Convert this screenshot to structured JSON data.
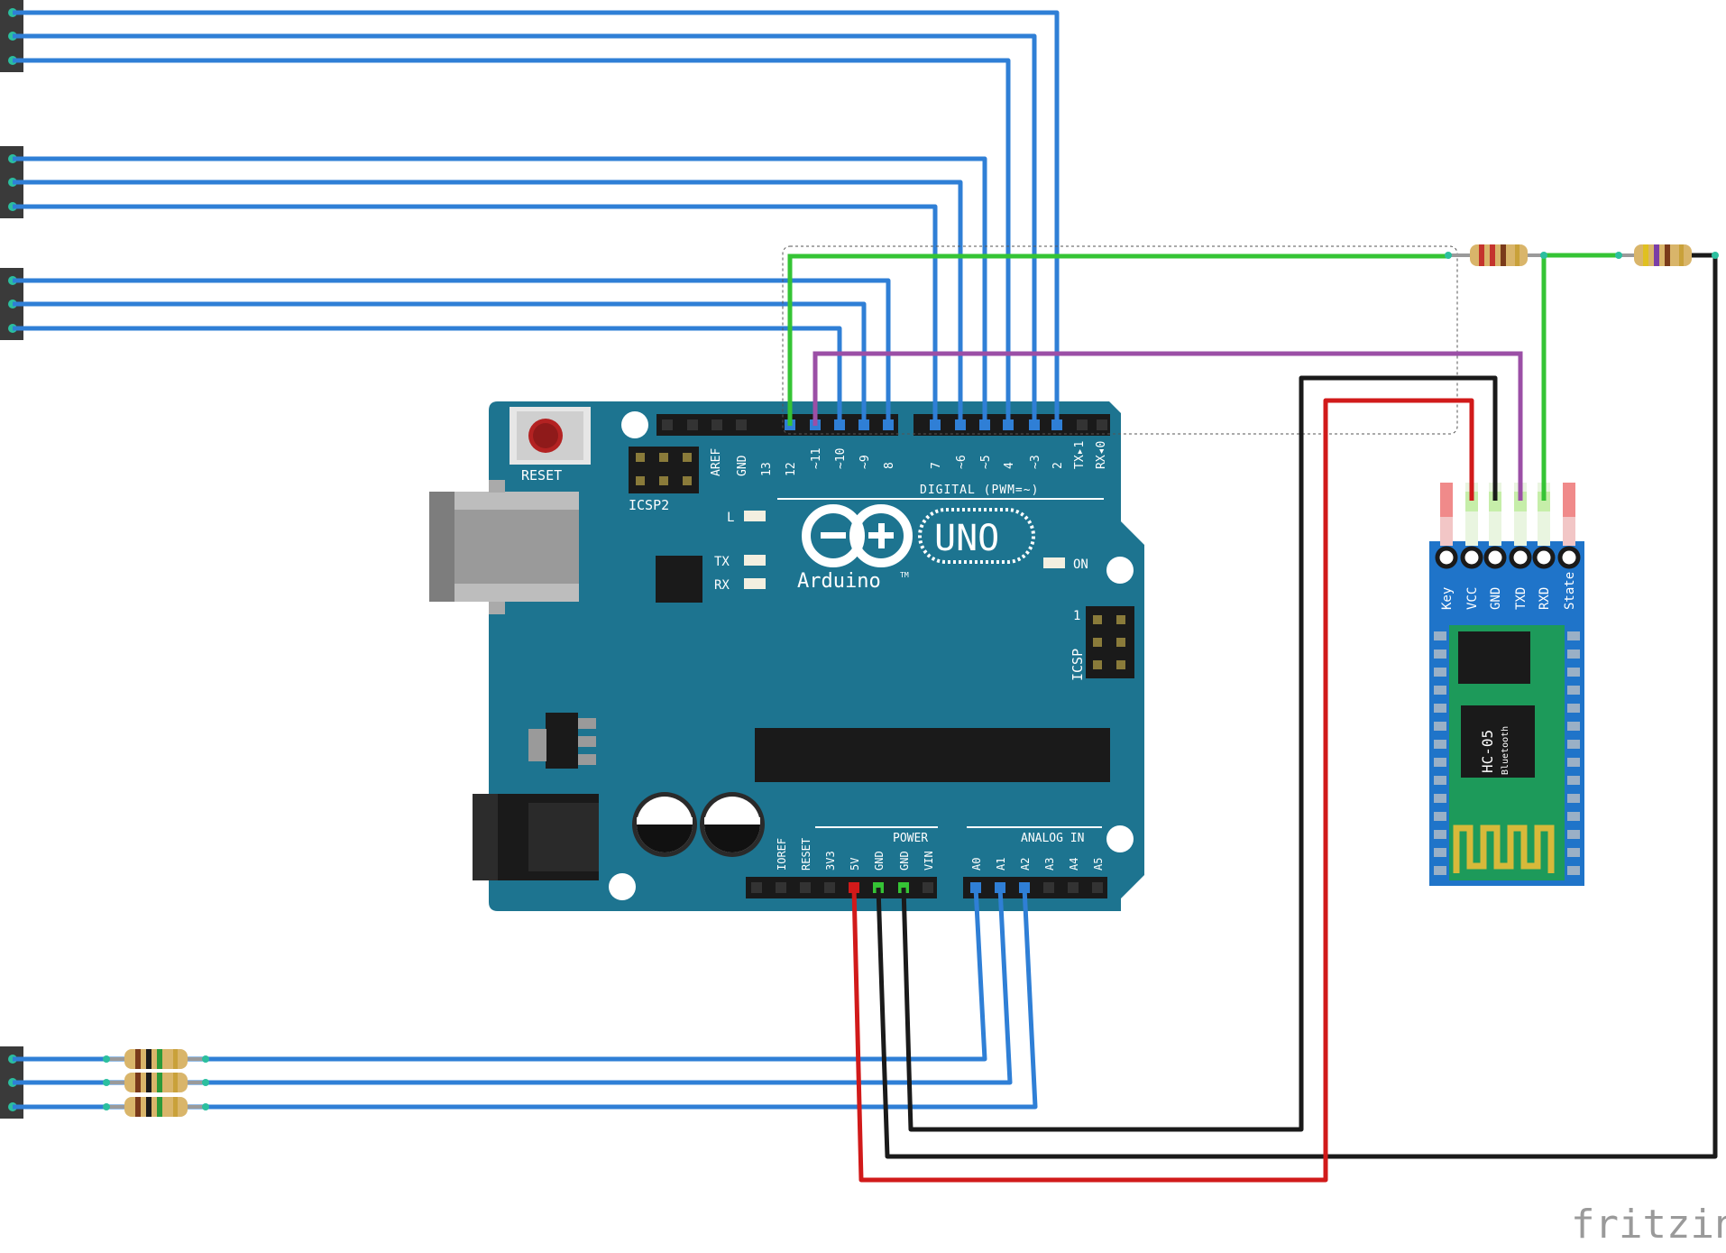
{
  "arduino": {
    "reset_label": "RESET",
    "icsp2_label": "ICSP2",
    "icsp_label": "ICSP",
    "icsp_pin1": "1",
    "digital_label": "DIGITAL (PWM=~)",
    "digital_pins": [
      "AREF",
      "GND",
      "13",
      "12",
      "~11",
      "~10",
      "~9",
      "8",
      "7",
      "~6",
      "~5",
      "4",
      "~3",
      "2",
      "TX▸1",
      "RX◂0"
    ],
    "led_l": "L",
    "led_tx": "TX",
    "led_rx": "RX",
    "led_on": "ON",
    "brand": "Arduino",
    "tm": "TM",
    "model": "UNO",
    "power_label": "POWER",
    "power_pins": [
      "IOREF",
      "RESET",
      "3V3",
      "5V",
      "GND",
      "GND",
      "VIN"
    ],
    "analog_label": "ANALOG IN",
    "analog_pins": [
      "A0",
      "A1",
      "A2",
      "A3",
      "A4",
      "A5"
    ]
  },
  "bluetooth": {
    "pins": [
      "Key",
      "VCC",
      "GND",
      "TXD",
      "RXD",
      "State"
    ],
    "chip_name": "HC-05",
    "chip_sub": "Bluetooth"
  },
  "watermark": "fritzing",
  "colors": {
    "board": "#1d7490",
    "wire_blue": "#2f7fd6",
    "wire_green": "#35c435",
    "wire_purple": "#9b4fa6",
    "wire_red": "#d11a1a",
    "wire_black": "#1a1a1a",
    "bt_board": "#1f74c9",
    "bt_chip": "#1d9a5a"
  }
}
